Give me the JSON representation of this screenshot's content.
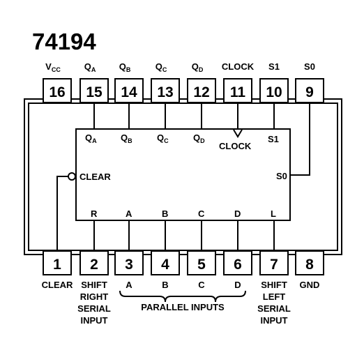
{
  "title": "74194",
  "top_pins": [
    {
      "num": "16",
      "label": "V",
      "sub": "CC"
    },
    {
      "num": "15",
      "label": "Q",
      "sub": "A"
    },
    {
      "num": "14",
      "label": "Q",
      "sub": "B"
    },
    {
      "num": "13",
      "label": "Q",
      "sub": "C"
    },
    {
      "num": "12",
      "label": "Q",
      "sub": "D"
    },
    {
      "num": "11",
      "label": "CLOCK",
      "sub": ""
    },
    {
      "num": "10",
      "label": "S1",
      "sub": ""
    },
    {
      "num": "9",
      "label": "S0",
      "sub": ""
    }
  ],
  "bottom_pins": [
    {
      "num": "1",
      "label": [
        "CLEAR"
      ]
    },
    {
      "num": "2",
      "label": [
        "SHIFT",
        "RIGHT",
        "SERIAL",
        "INPUT"
      ]
    },
    {
      "num": "3",
      "label": [
        "A"
      ]
    },
    {
      "num": "4",
      "label": [
        "B"
      ]
    },
    {
      "num": "5",
      "label": [
        "C"
      ]
    },
    {
      "num": "6",
      "label": [
        "D"
      ]
    },
    {
      "num": "7",
      "label": [
        "SHIFT",
        "LEFT",
        "SERIAL",
        "INPUT"
      ]
    },
    {
      "num": "8",
      "label": [
        "GND"
      ]
    }
  ],
  "inner": {
    "qa": "Q",
    "qa_sub": "A",
    "qb": "Q",
    "qb_sub": "B",
    "qc": "Q",
    "qc_sub": "C",
    "qd": "Q",
    "qd_sub": "D",
    "clock": "CLOCK",
    "s1": "S1",
    "s0": "S0",
    "clear": "CLEAR",
    "r": "R",
    "a": "A",
    "b": "B",
    "c": "C",
    "d": "D",
    "l": "L"
  },
  "brace_label": "PARALLEL INPUTS"
}
